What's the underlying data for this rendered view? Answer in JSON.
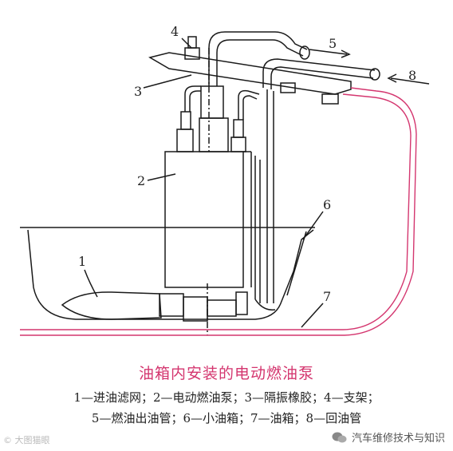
{
  "callouts": [
    "1",
    "2",
    "3",
    "4",
    "5",
    "6",
    "7",
    "8"
  ],
  "caption": {
    "title": "油箱内安装的电动燃油泵",
    "legend_line1": "1—进油滤网；2—电动燃油泵；3—隔振橡胶；4—支架；",
    "legend_line2": "5—燃油出油管；6—小油箱；7—油箱；8—回油管"
  },
  "watermark": {
    "left_icon": "c-icon",
    "left_text": "大图猫眼",
    "right_icon": "wechat-icon",
    "right_text": "汽车维修技术与知识"
  },
  "colors": {
    "line": "#1a1a1a",
    "accent": "#d4366f"
  }
}
